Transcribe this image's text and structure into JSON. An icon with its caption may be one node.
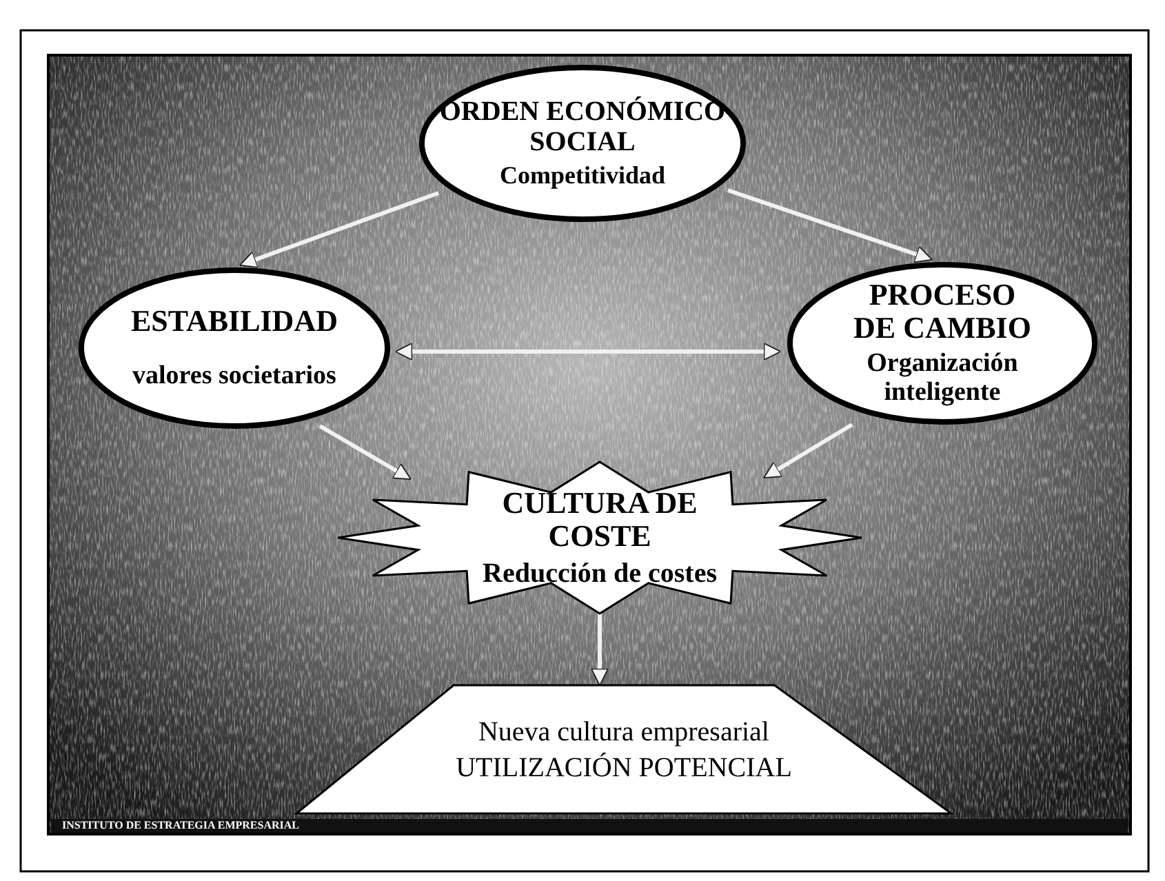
{
  "diagram": {
    "nodes": [
      {
        "text": [
          "ORDEN ECONÓMICO SOCIAL",
          "Competitividad"
        ]
      },
      {
        "text": [
          "ESTABILIDAD",
          "valores societarios"
        ]
      },
      {
        "text": [
          "PROCESO DE CAMBIO",
          "Organización inteligente"
        ]
      },
      {
        "text": [
          "CULTURA DE COSTE",
          "Reducción de costes"
        ]
      },
      {
        "text": [
          "Nueva cultura empresarial",
          "UTILIZACIÓN POTENCIAL"
        ]
      }
    ],
    "edges": [
      {
        "from": 0,
        "to": 1,
        "arrow": "to"
      },
      {
        "from": 0,
        "to": 2,
        "arrow": "to"
      },
      {
        "from": 1,
        "to": 2,
        "arrow": "both"
      },
      {
        "from": 1,
        "to": 3,
        "arrow": "to"
      },
      {
        "from": 2,
        "to": 3,
        "arrow": "to"
      },
      {
        "from": 3,
        "to": 4,
        "arrow": "to"
      }
    ],
    "labels": [
      "INSTITUTO DE ESTRATEGIA EMPRESARIAL"
    ]
  }
}
